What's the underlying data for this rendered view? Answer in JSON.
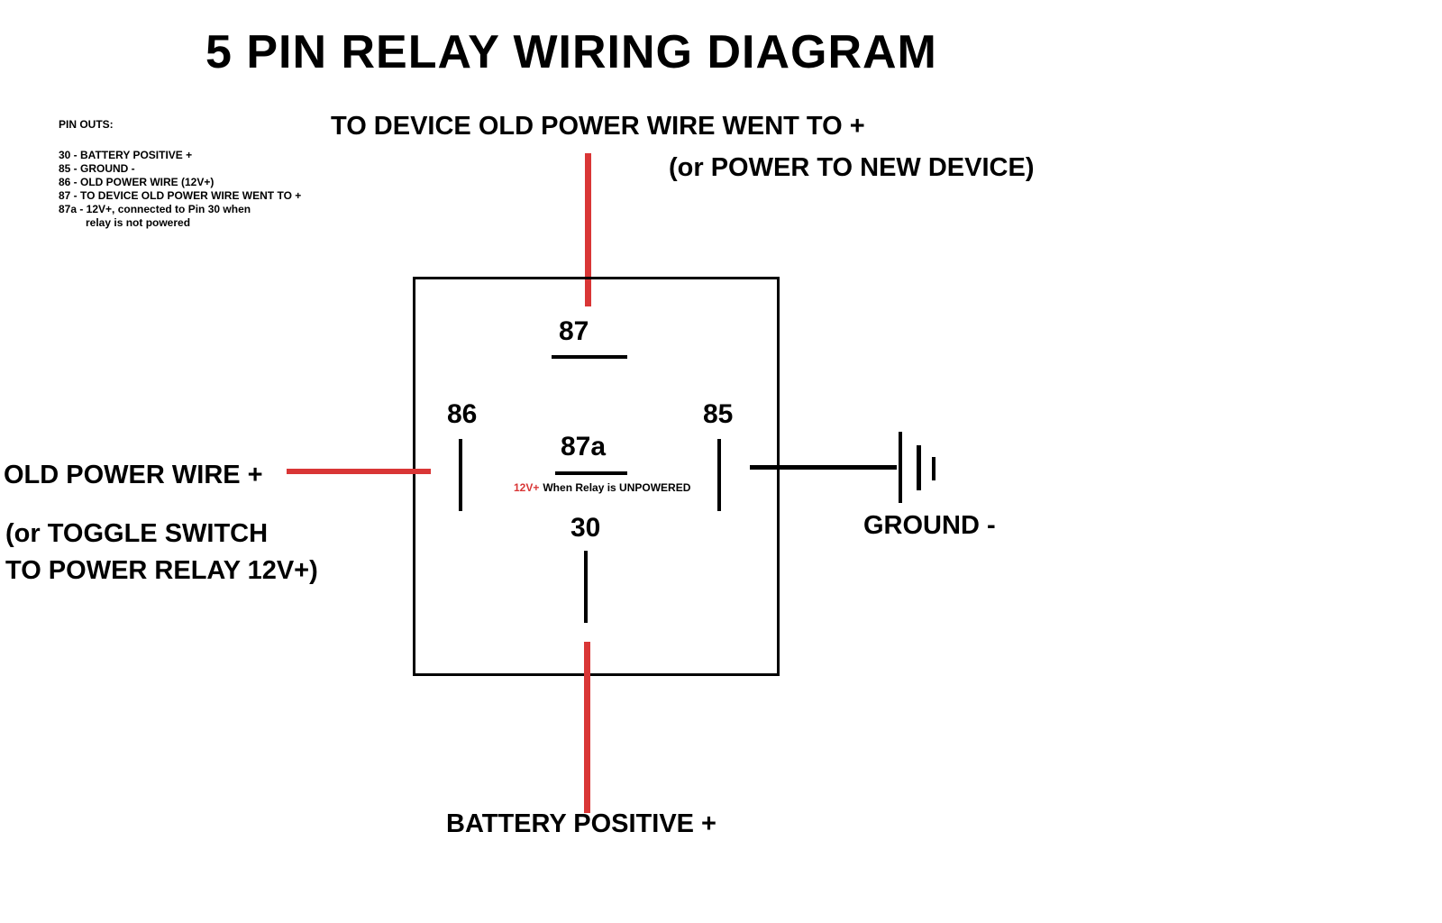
{
  "title": "5 PIN RELAY WIRING DIAGRAM",
  "pinouts": {
    "heading": "PIN OUTS:",
    "lines": [
      "30 - BATTERY POSITIVE +",
      "85 - GROUND -",
      "86 - OLD POWER WIRE  (12V+)",
      "87 - TO DEVICE OLD POWER WIRE WENT TO +",
      "87a - 12V+, connected to Pin 30 when",
      "relay is not powered"
    ]
  },
  "annotations": {
    "device_line1": "TO DEVICE OLD POWER WIRE WENT TO +",
    "device_line2": "(or POWER TO NEW DEVICE)",
    "old_power": "OLD POWER WIRE +",
    "toggle_line1": "(or TOGGLE SWITCH",
    "toggle_line2": "TO POWER RELAY 12V+)",
    "ground": "GROUND -",
    "battery": "BATTERY POSITIVE +"
  },
  "pins": {
    "pin87": "87",
    "pin86": "86",
    "pin85": "85",
    "pin87a": "87a",
    "pin30": "30"
  },
  "note": {
    "highlight": "12V+",
    "text": "When Relay is UNPOWERED"
  },
  "colors": {
    "wire": "#d93636",
    "line": "#000000",
    "background": "#ffffff"
  }
}
